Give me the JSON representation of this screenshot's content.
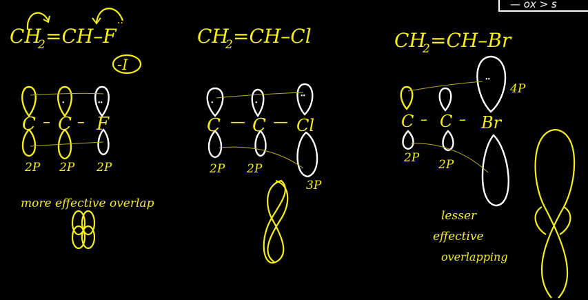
{
  "colors": {
    "background": "#000000",
    "ink_yellow": "#f5ee1a",
    "ink_white": "#ffffff",
    "overlap_line": "#b8aa2a"
  },
  "corner_note": "— ox > s",
  "fluoride": {
    "formula_left": "CH",
    "formula_sub": "2",
    "formula_rest": "=CH–F",
    "effect": "-I",
    "atoms": [
      "C",
      "C",
      "F"
    ],
    "orbital_labels": [
      "2P",
      "2P",
      "2P"
    ],
    "caption": "more effective overlap"
  },
  "chloride": {
    "formula_left": "CH",
    "formula_sub": "2",
    "formula_rest": "=CH–Cl",
    "atoms": [
      "C",
      "C",
      "Cl"
    ],
    "orbital_labels": [
      "2P",
      "2P",
      "3P"
    ]
  },
  "bromide": {
    "formula_left": "CH",
    "formula_sub": "2",
    "formula_rest": "=CH–Br",
    "atoms": [
      "C",
      "C",
      "Br"
    ],
    "orbital_labels": [
      "2P",
      "2P",
      "4P"
    ],
    "caption_lines": [
      "lesser",
      "effective",
      "overlapping"
    ]
  }
}
